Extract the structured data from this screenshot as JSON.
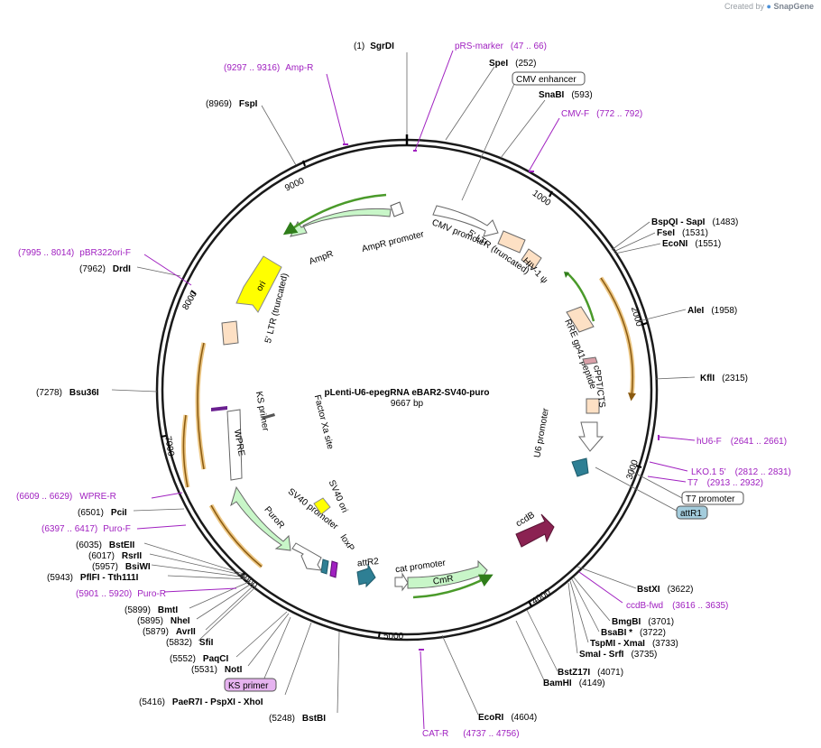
{
  "credit": {
    "prefix": "Created by",
    "brand": "SnapGene"
  },
  "title": "pLenti-U6-epegRNA eBAR2-SV40-puro",
  "length_label": "9667 bp",
  "colors": {
    "primer": "#a020c0",
    "feature_ltr": "#fde0c4",
    "feature_green": "#c8f6c8",
    "ori": "#ffff00",
    "ccdb": "#8b2252",
    "attr": "#2e7f94",
    "tag_att": "#a3ccdc",
    "tag_ks": "#e6b3f0",
    "orf_outline": "#e0a030"
  },
  "ticks": [
    "1000",
    "2000",
    "3000",
    "4000",
    "5000",
    "6000",
    "7000",
    "8000",
    "9000"
  ],
  "sites": [
    {
      "id": "sgrdi",
      "pos": "(1)",
      "name": "SgrDI"
    },
    {
      "id": "spei",
      "pos": "(252)",
      "name": "SpeI"
    },
    {
      "id": "snabi",
      "pos": "(593)",
      "name": "SnaBI"
    },
    {
      "id": "bspqi",
      "pos": "(1483)",
      "name": "BspQI - SapI"
    },
    {
      "id": "fsei",
      "pos": "(1531)",
      "name": "FseI"
    },
    {
      "id": "econi",
      "pos": "(1551)",
      "name": "EcoNI"
    },
    {
      "id": "alei",
      "pos": "(1958)",
      "name": "AleI"
    },
    {
      "id": "kfli",
      "pos": "(2315)",
      "name": "KflI"
    },
    {
      "id": "bstxi",
      "pos": "(3622)",
      "name": "BstXI"
    },
    {
      "id": "bmgbi",
      "pos": "(3701)",
      "name": "BmgBI"
    },
    {
      "id": "bsabi",
      "pos": "(3722)",
      "name": "BsaBI *"
    },
    {
      "id": "tspmi",
      "pos": "(3733)",
      "name": "TspMI - XmaI"
    },
    {
      "id": "smai",
      "pos": "(3735)",
      "name": "SmaI - SrfI"
    },
    {
      "id": "bstz17i",
      "pos": "(4071)",
      "name": "BstZ17I"
    },
    {
      "id": "bamhi",
      "pos": "(4149)",
      "name": "BamHI"
    },
    {
      "id": "ecori",
      "pos": "(4604)",
      "name": "EcoRI"
    },
    {
      "id": "bstbi",
      "pos": "(5248)",
      "name": "BstBI"
    },
    {
      "id": "paer7i",
      "pos": "(5416)",
      "name": "PaeR7I - PspXI - XhoI"
    },
    {
      "id": "noti",
      "pos": "(5531)",
      "name": "NotI"
    },
    {
      "id": "paqci",
      "pos": "(5552)",
      "name": "PaqCI"
    },
    {
      "id": "sfii",
      "pos": "(5832)",
      "name": "SfiI"
    },
    {
      "id": "avrii",
      "pos": "(5879)",
      "name": "AvrII"
    },
    {
      "id": "nhei",
      "pos": "(5895)",
      "name": "NheI"
    },
    {
      "id": "bmti",
      "pos": "(5899)",
      "name": "BmtI"
    },
    {
      "id": "pflfi",
      "pos": "(5943)",
      "name": "PflFI - Tth111I"
    },
    {
      "id": "bsiwi",
      "pos": "(5957)",
      "name": "BsiWI"
    },
    {
      "id": "rsrii",
      "pos": "(6017)",
      "name": "RsrII"
    },
    {
      "id": "bsteii",
      "pos": "(6035)",
      "name": "BstEII"
    },
    {
      "id": "pcii",
      "pos": "(6501)",
      "name": "PciI"
    },
    {
      "id": "bsu36i",
      "pos": "(7278)",
      "name": "Bsu36I"
    },
    {
      "id": "drdi",
      "pos": "(7962)",
      "name": "DrdI"
    },
    {
      "id": "fspi",
      "pos": "(8969)",
      "name": "FspI"
    }
  ],
  "primers": [
    {
      "id": "prs",
      "name": "pRS-marker",
      "range": "(47 .. 66)"
    },
    {
      "id": "ampr",
      "name": "Amp-R",
      "range": "(9297 .. 9316)"
    },
    {
      "id": "cmvf",
      "name": "CMV-F",
      "range": "(772 .. 792)"
    },
    {
      "id": "hu6f",
      "name": "hU6-F",
      "range": "(2641 .. 2661)"
    },
    {
      "id": "lko",
      "name": "LKO.1 5'",
      "range": "(2812 .. 2831)"
    },
    {
      "id": "t7",
      "name": "T7",
      "range": "(2913 .. 2932)"
    },
    {
      "id": "ccdbfwd",
      "name": "ccdB-fwd",
      "range": "(3616 .. 3635)"
    },
    {
      "id": "catr",
      "name": "CAT-R",
      "range": "(4737 .. 4756)"
    },
    {
      "id": "puror",
      "name": "Puro-R",
      "range": "(5901 .. 5920)"
    },
    {
      "id": "purof",
      "name": "Puro-F",
      "range": "(6397 .. 6417)"
    },
    {
      "id": "wprer",
      "name": "WPRE-R",
      "range": "(6609 .. 6629)"
    },
    {
      "id": "pbr",
      "name": "pBR322ori-F",
      "range": "(7995 .. 8014)"
    }
  ],
  "tags": {
    "cmv_enhancer": "CMV enhancer",
    "t7_promoter": "T7 promoter",
    "attr1": "attR1",
    "ks_primer": "KS primer"
  },
  "features": {
    "ampr_promoter": "AmpR promoter",
    "ampr": "AmpR",
    "cmv_promoter": "CMV promoter",
    "ltr5": "5' LTR (truncated)",
    "hiv": "HIV-1 ψ",
    "rre": "RRE",
    "gp41": "gp41 peptide",
    "cppt": "cPPT/CTS",
    "u6": "U6 promoter",
    "ccdb": "ccdB",
    "cat": "cat promoter",
    "cmr": "CmR",
    "attr2": "attR2",
    "loxp": "loxP",
    "sv40prom": "SV40 promoter",
    "puror": "PuroR",
    "sv40ori": "SV40 ori",
    "wpre": "WPRE",
    "ks_primer": "KS primer",
    "factorxa": "Factor Xa site",
    "ltr5b": "5' LTR (truncated)",
    "ori": "ori"
  }
}
